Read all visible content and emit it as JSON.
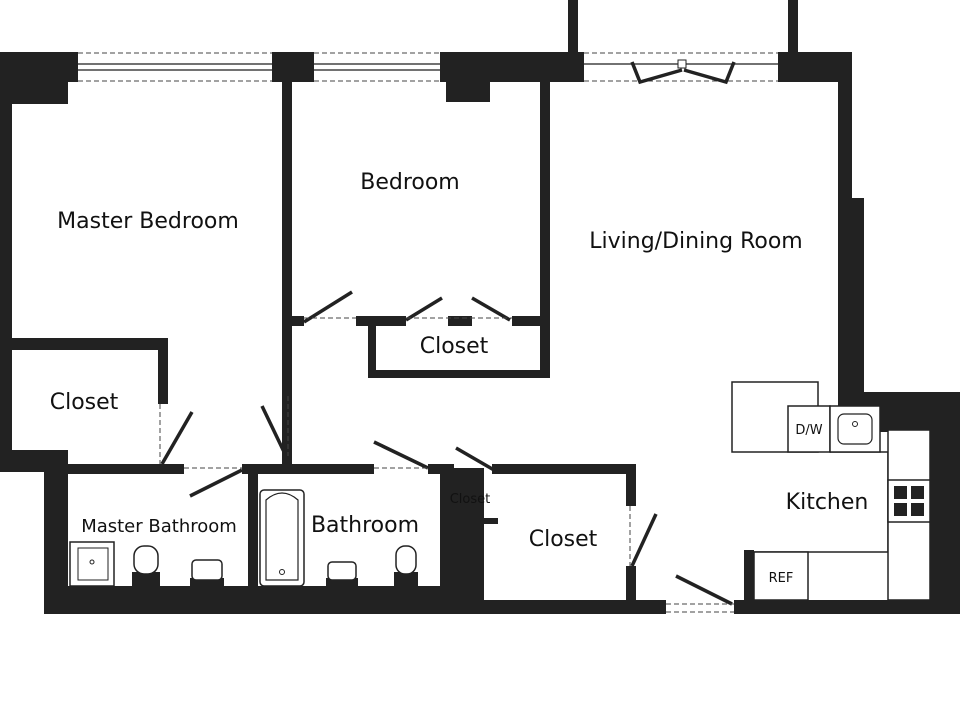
{
  "rooms": {
    "master_bedroom": "Master Bedroom",
    "bedroom": "Bedroom",
    "living_dining": "Living/Dining Room",
    "closet_master": "Closet",
    "closet_bedroom": "Closet",
    "closet_small": "Closet",
    "closet_hall": "Closet",
    "master_bathroom": "Master Bathroom",
    "bathroom": "Bathroom",
    "kitchen": "Kitchen"
  },
  "appliances": {
    "dishwasher": "D/W",
    "refrigerator": "REF"
  },
  "colors": {
    "wall": "#222222",
    "background": "#ffffff"
  }
}
